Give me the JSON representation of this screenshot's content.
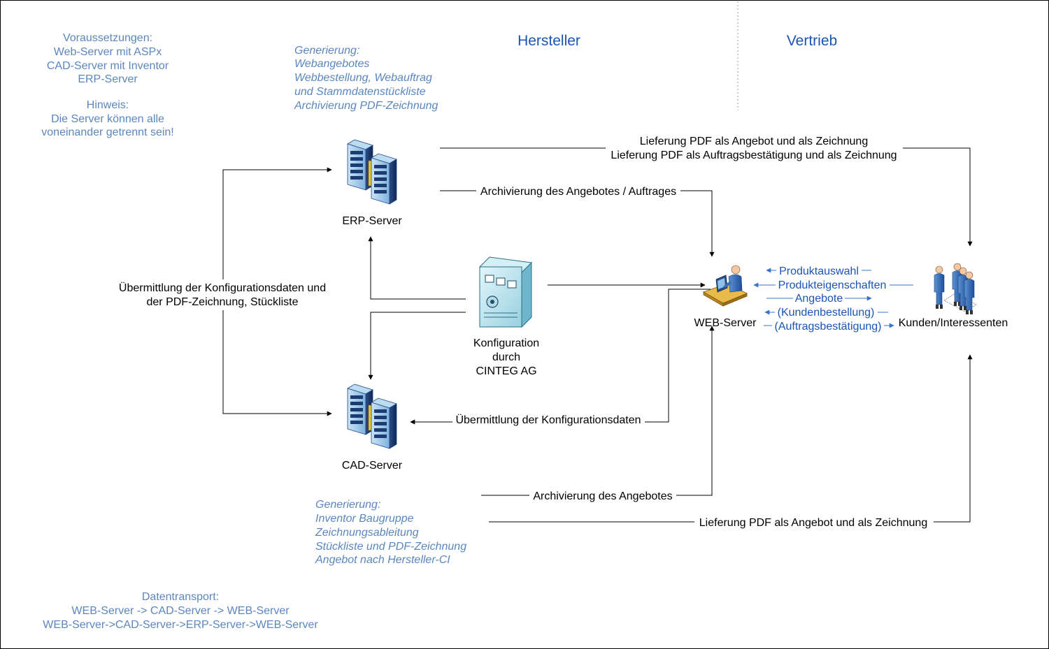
{
  "colors": {
    "note": "#5b87bd",
    "heading": "#1a55b6",
    "flow": "#3a72c8",
    "line": "#000000"
  },
  "headings": {
    "hersteller": "Hersteller",
    "vertrieb": "Vertrieb"
  },
  "prereq_note": {
    "lines": [
      "Voraussetzungen:",
      "Web-Server mit ASPx",
      "CAD-Server mit Inventor",
      "ERP-Server"
    ],
    "hint_lines": [
      "Hinweis:",
      "Die Server können alle",
      "voneinander getrennt sein!"
    ]
  },
  "erp_generation_note": {
    "lines": [
      "Generierung:",
      "Webangebotes",
      "Webbestellung, Webauftrag",
      "und Stammdatenstückliste",
      "Archivierung PDF-Zeichnung"
    ]
  },
  "cad_generation_note": {
    "lines": [
      "Generierung:",
      "Inventor Baugruppe",
      "Zeichnungsableitung",
      "Stückliste und PDF-Zeichnung",
      "Angebot nach Hersteller-CI"
    ]
  },
  "transport_note": {
    "lines": [
      "Datentransport:",
      "WEB-Server -> CAD-Server -> WEB-Server",
      "WEB-Server->CAD-Server->ERP-Server->WEB-Server"
    ]
  },
  "nodes": {
    "erp": {
      "label": "ERP-Server",
      "icon": "server-rack-icon"
    },
    "cad": {
      "label": "CAD-Server",
      "icon": "server-rack-icon"
    },
    "config": {
      "lines": [
        "Konfiguration",
        "durch",
        "CINTEG AG"
      ],
      "icon": "mainframe-icon"
    },
    "web": {
      "label": "WEB-Server",
      "icon": "web-workstation-icon"
    },
    "customers": {
      "label": "Kunden/Interessenten",
      "icon": "people-group-icon"
    }
  },
  "connectors": {
    "delivery_top": {
      "lines": [
        "Lieferung PDF als Angebot und als Zeichnung",
        "Lieferung PDF als Auftragsbestätigung und als Zeichnung"
      ]
    },
    "archive_offer_order": {
      "label": "Archivierung des Angebotes / Auftrages"
    },
    "transfer_config_pdf": {
      "lines": [
        "Übermittlung der Konfigurationsdaten und",
        "der PDF-Zeichnung, Stückliste"
      ]
    },
    "transfer_config": {
      "label": "Übermittlung der Konfigurationsdaten"
    },
    "archive_offer": {
      "label": "Archivierung des Angebotes"
    },
    "delivery_bottom": {
      "label": "Lieferung PDF als Angebot und als Zeichnung"
    }
  },
  "customer_flows": [
    "Produktauswahl",
    "Produkteigenschaften",
    "Angebote",
    "(Kundenbestellung)",
    "(Auftragsbestätigung)"
  ]
}
